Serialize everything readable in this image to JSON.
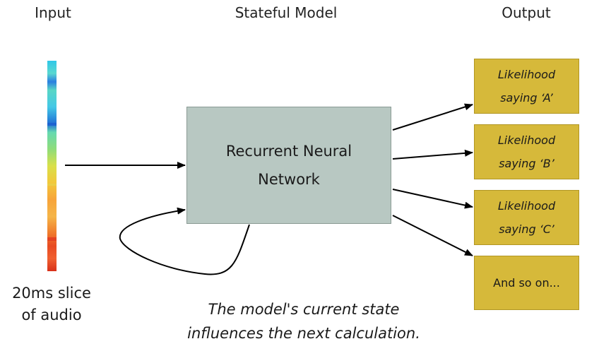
{
  "headings": {
    "input": "Input",
    "model": "Stateful Model",
    "output": "Output"
  },
  "input": {
    "label": "20ms slice\nof audio"
  },
  "model": {
    "label": "Recurrent Neural\nNetwork"
  },
  "outputs": [
    "Likelihood\nsaying ‘A’",
    "Likelihood\nsaying ‘B’",
    "Likelihood\nsaying ‘C’",
    "And so on..."
  ],
  "caption": "The model's current state\ninfluences the next calculation.",
  "colors": {
    "model_box": "#b8c8c2",
    "output_box": "#d6b93a",
    "arrow": "#000000"
  }
}
